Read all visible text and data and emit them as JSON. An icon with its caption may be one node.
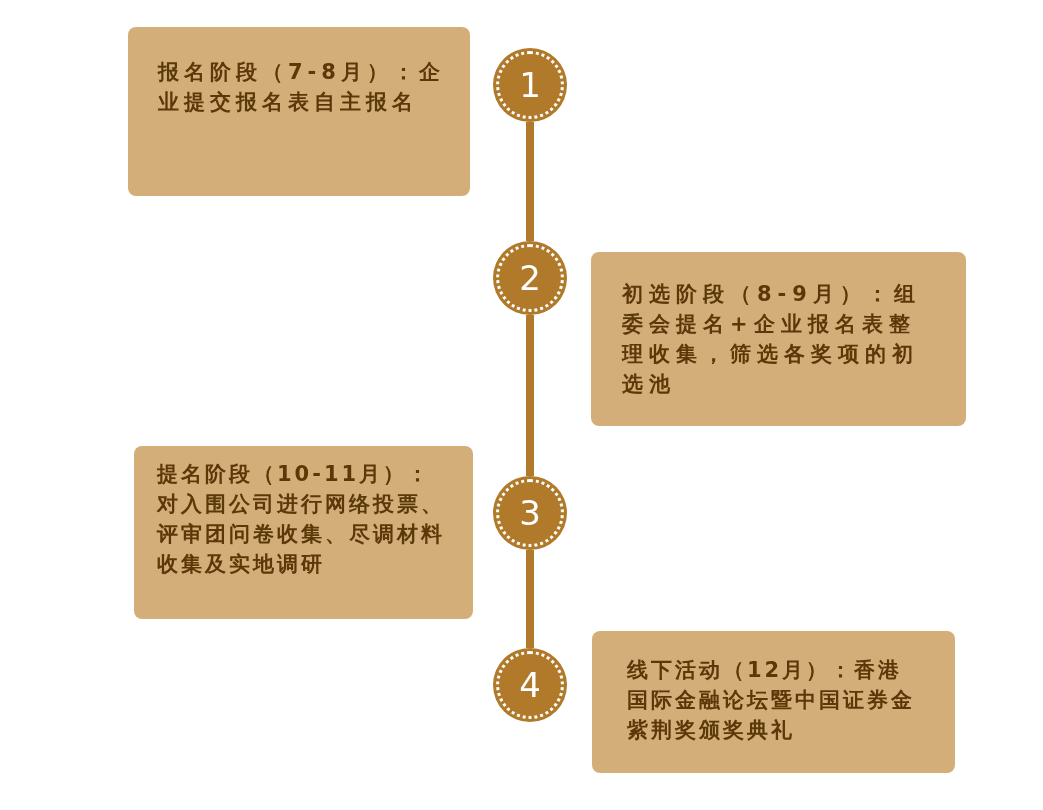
{
  "diagram": {
    "nodes": [
      {
        "text": [
          "报名阶段（7-8月）：企业提交报名表自主报名"
        ]
      },
      {
        "text": [
          "1"
        ]
      },
      {
        "text": [
          "2"
        ]
      },
      {
        "text": [
          "初选阶段（8-9月）：组委会提名+企业报名表整理收集，筛选各奖项的初选池"
        ]
      },
      {
        "text": [
          "提名阶段（10-11月）：对入围公司进行网络投票、评审团问卷收集、尽调材料收集及实地调研"
        ]
      },
      {
        "text": [
          "3"
        ]
      },
      {
        "text": [
          "4"
        ]
      },
      {
        "text": [
          "线下活动（12月）：香港国际金融论坛暨中国证券金紫荆奖颁奖典礼"
        ]
      }
    ],
    "edges": [
      {
        "from": 1,
        "to": 2,
        "arrow": "none"
      },
      {
        "from": 2,
        "to": 5,
        "arrow": "none"
      },
      {
        "from": 5,
        "to": 6,
        "arrow": "none"
      }
    ]
  }
}
